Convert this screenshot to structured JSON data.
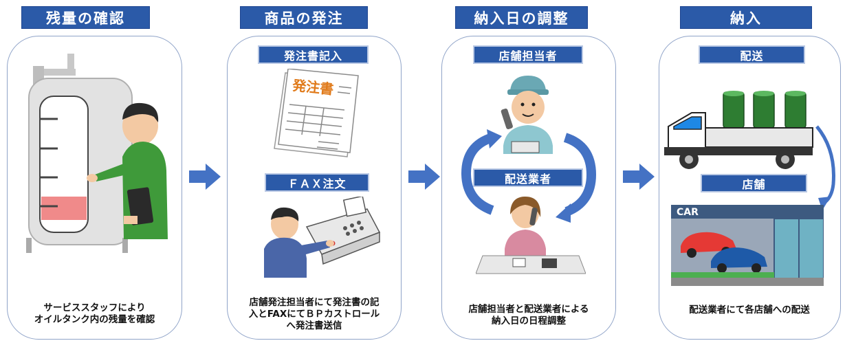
{
  "steps": [
    {
      "title": "残量の確認",
      "caption": "サービススタッフにより\nオイルタンク内の残量を確認"
    },
    {
      "title": "商品の発注",
      "sub1": "発注書記入",
      "sub2": "ＦＡＸ注文",
      "form_text": "発注書",
      "caption": "店舗発注担当者にて発注書の記\n入とFAXにてＢＰカストロール\nへ発注書送信"
    },
    {
      "title": "納入日の調整",
      "sub1": "店舗担当者",
      "sub2": "配送業者",
      "caption": "店舗担当者と配送業者による\n納入日の日程調整"
    },
    {
      "title": "納入",
      "sub1": "配送",
      "sub2": "店舗",
      "sign_text": "CAR",
      "caption": "配送業者にて各店舗への配送"
    }
  ],
  "colors": {
    "title_fill": "#2b5aa8",
    "arrow": "#4472c4",
    "panel_border": "#8fa3c8"
  }
}
